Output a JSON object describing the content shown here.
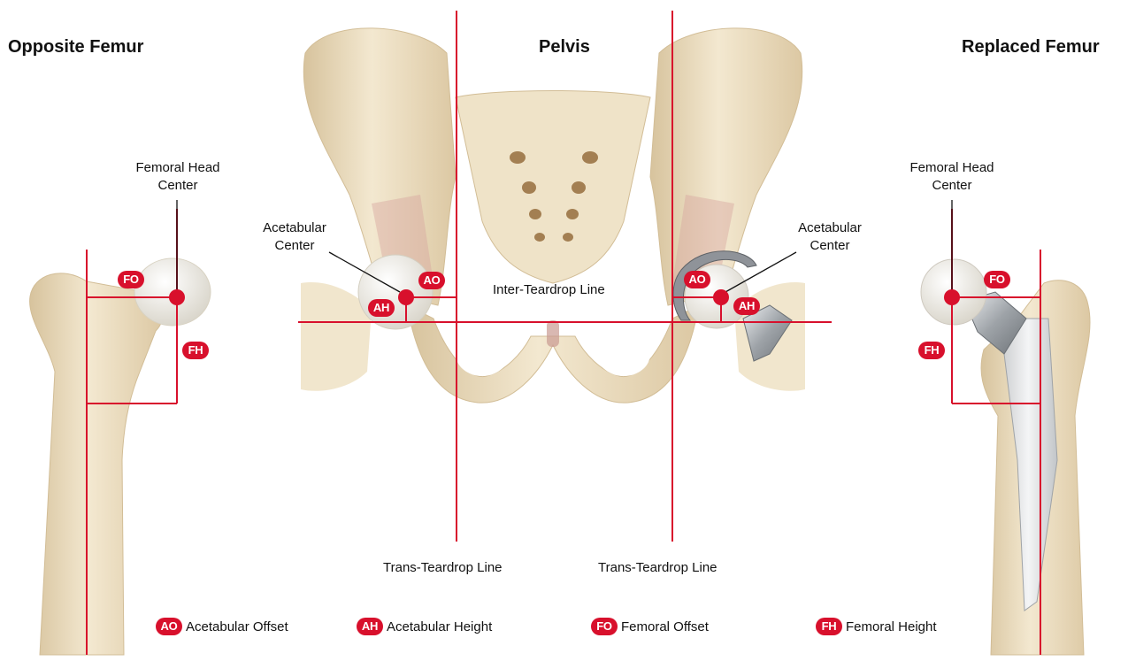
{
  "titles": {
    "left": "Opposite Femur",
    "center": "Pelvis",
    "right": "Replaced Femur"
  },
  "labels": {
    "femoral_head_center_left": [
      "Femoral Head",
      "Center"
    ],
    "femoral_head_center_right": [
      "Femoral Head",
      "Center"
    ],
    "acetabular_center_left": [
      "Acetabular",
      "Center"
    ],
    "acetabular_center_right": [
      "Acetabular",
      "Center"
    ],
    "inter_teardrop_line": "Inter-Teardrop Line",
    "trans_teardrop_line_left": "Trans-Teardrop Line",
    "trans_teardrop_line_right": "Trans-Teardrop Line"
  },
  "badges": {
    "ao": "AO",
    "ah": "AH",
    "fo": "FO",
    "fh": "FH"
  },
  "legend": [
    {
      "badge": "AO",
      "text": "Acetabular Offset"
    },
    {
      "badge": "AH",
      "text": "Acetabular Height"
    },
    {
      "badge": "FO",
      "text": "Femoral Offset"
    },
    {
      "badge": "FH",
      "text": "Femoral Height"
    }
  ],
  "colors": {
    "accent": "#d8102c",
    "bone": "#efe2c6",
    "bone_shadow": "#d9c59f",
    "implant": "#b9bcbf",
    "ball": "#eeece6"
  }
}
